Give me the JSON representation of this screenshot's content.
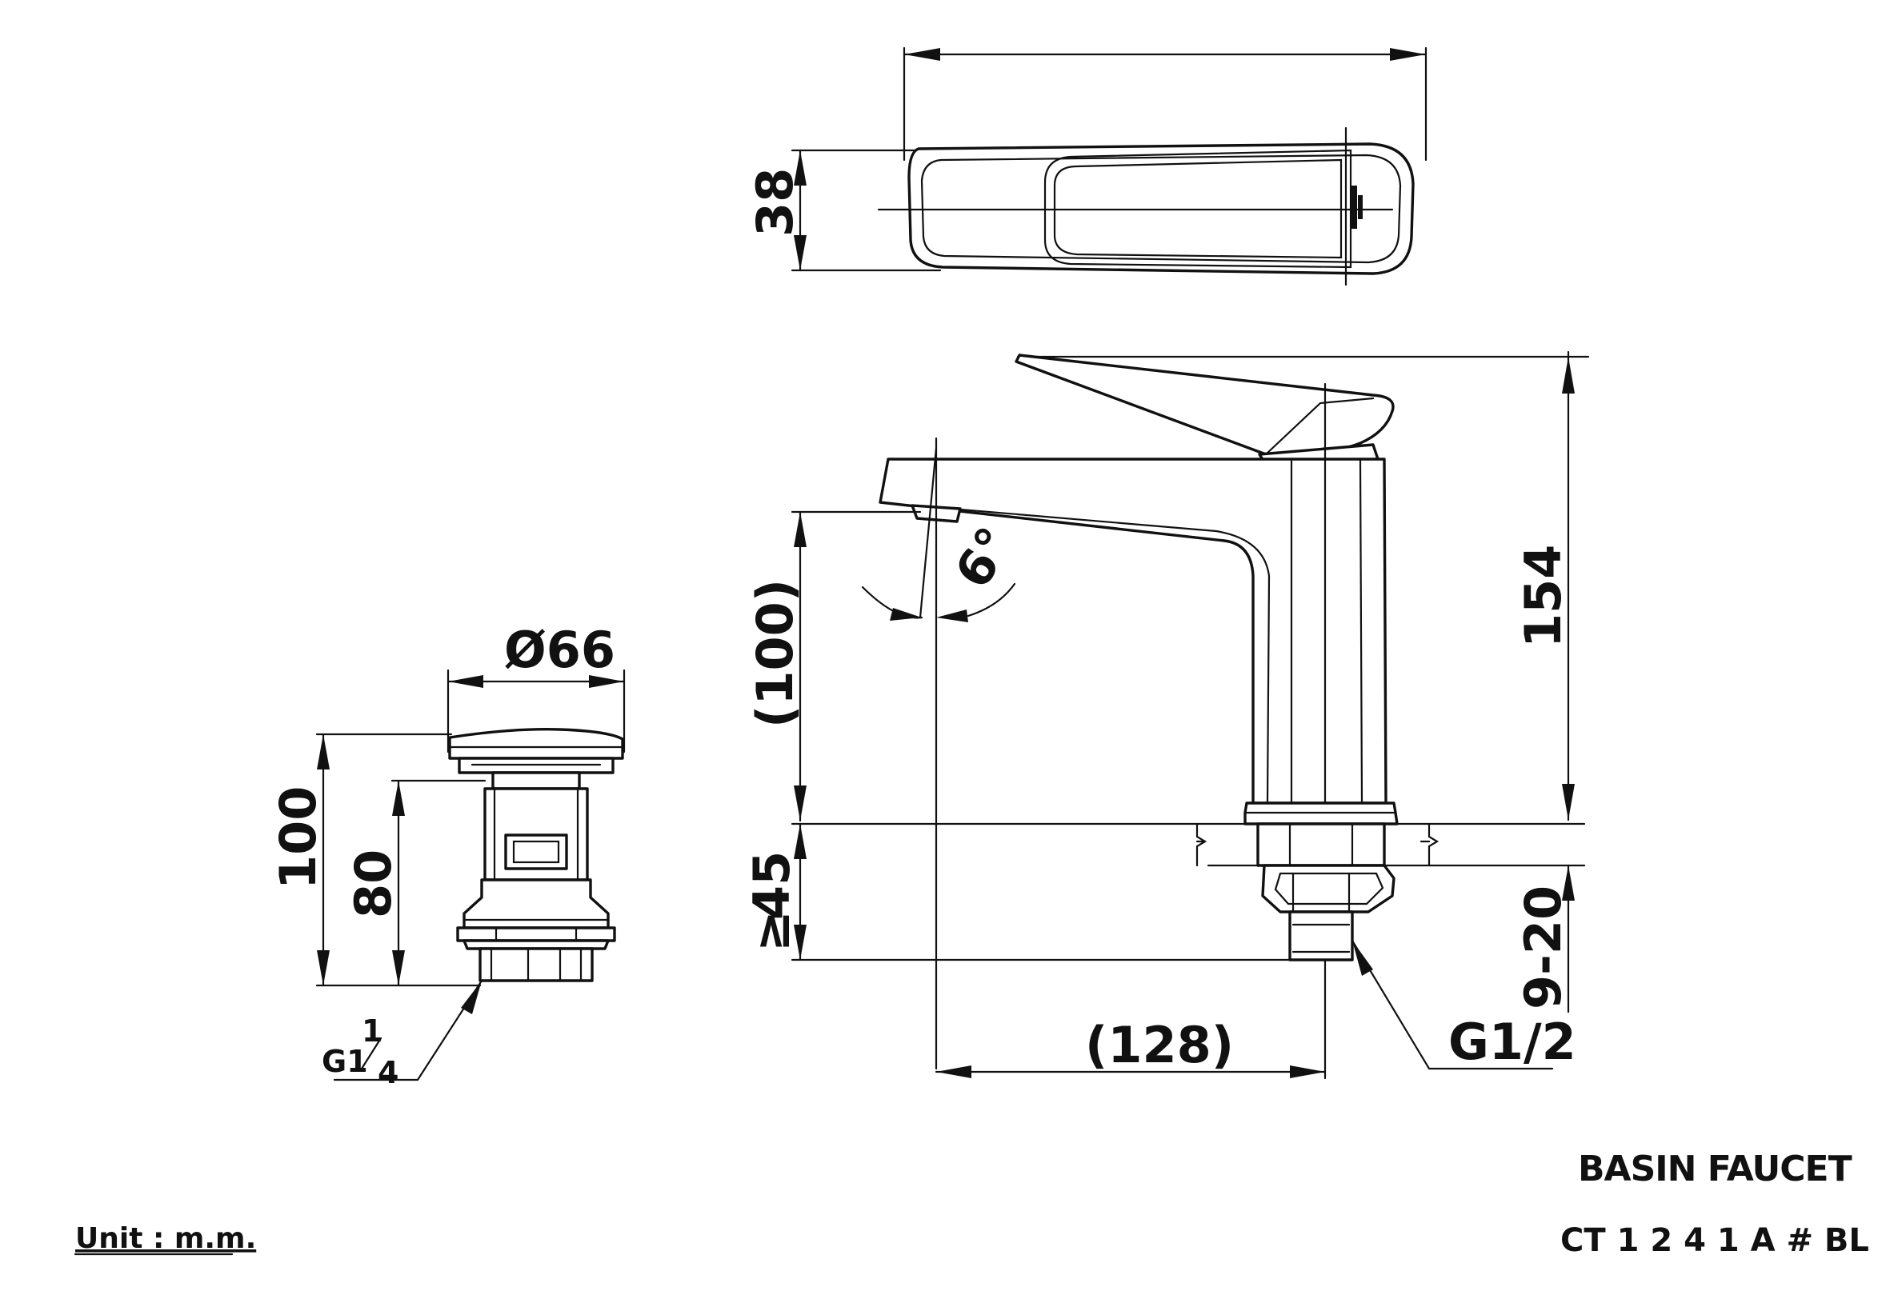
{
  "title": "BASIN FAUCET",
  "model": "CT 1 2 4 1 A # BL",
  "unit": "Unit : m.m.",
  "colors": {
    "line": "#111111",
    "background": "#ffffff"
  },
  "dimensions": {
    "top_view_depth": "38",
    "spout_height": "(100)",
    "angle": "6°",
    "total_height": "154",
    "deck_thickness": "45",
    "deck_prefix": "≥",
    "shank_length": "9-20",
    "reach": "(128)",
    "thread": "G1/2",
    "drain_diameter": "Ø66",
    "drain_height": "100",
    "drain_body": "80",
    "drain_thread_main": "G1",
    "drain_thread_num": "1",
    "drain_thread_den": "4"
  }
}
